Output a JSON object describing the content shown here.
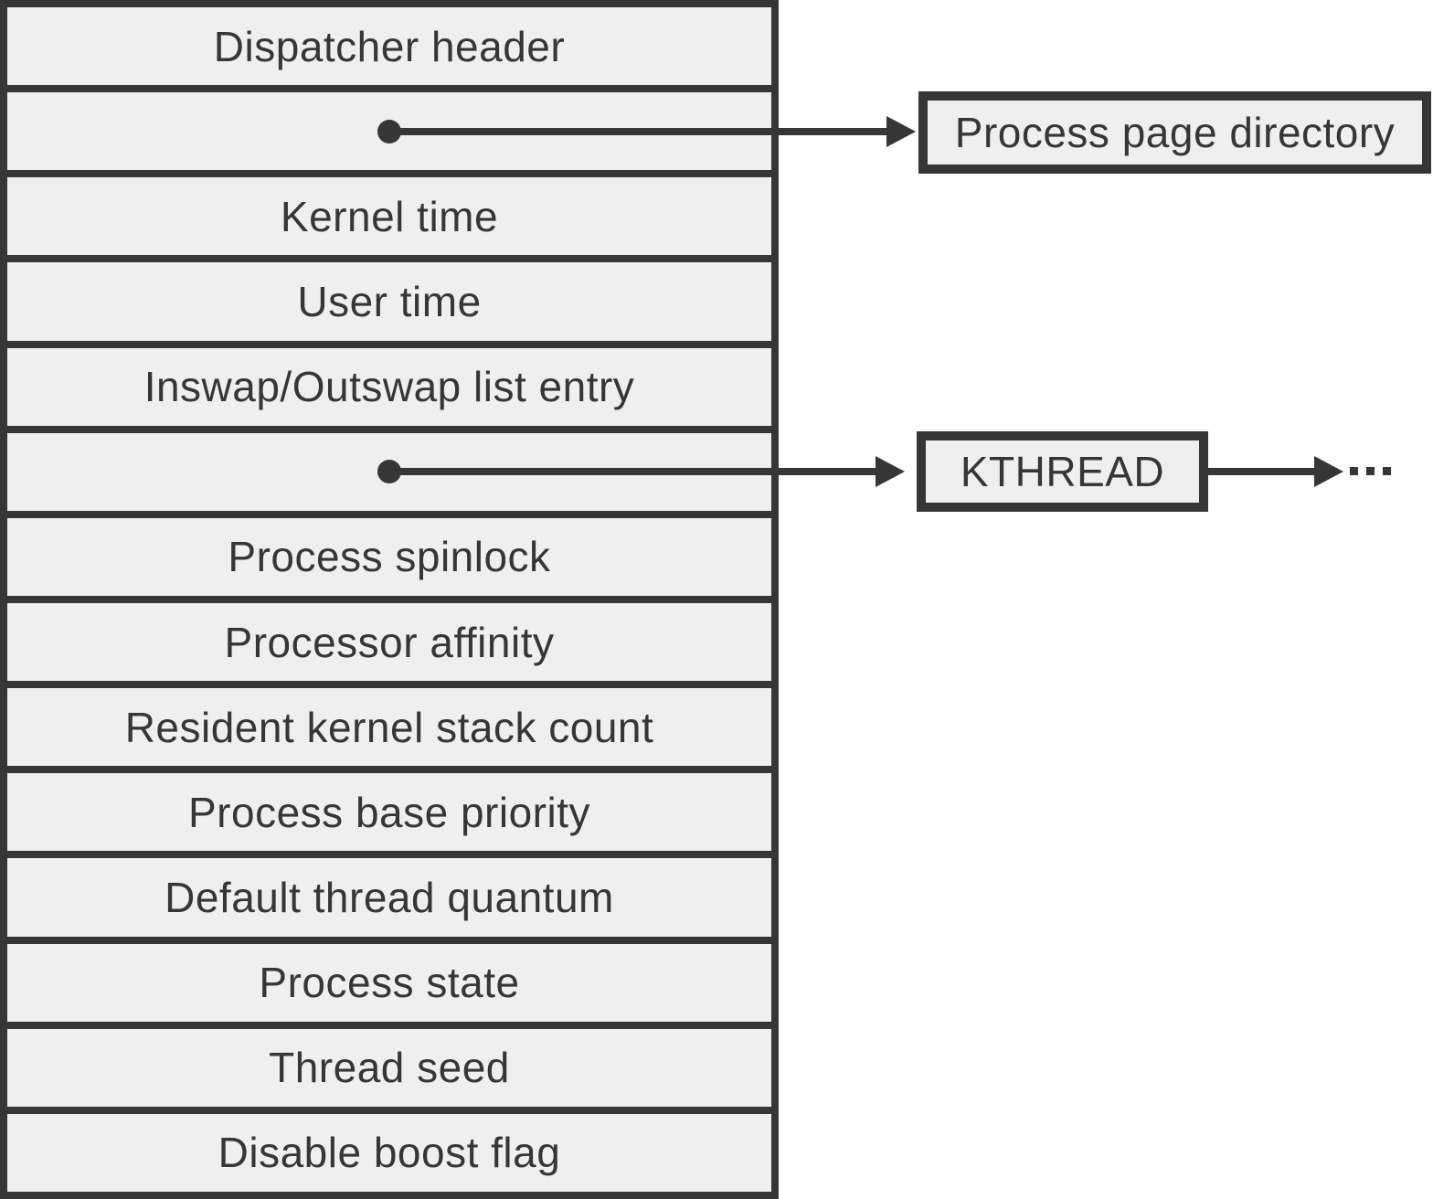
{
  "colors": {
    "background": "#ffffff",
    "box_fill": "#efefef",
    "line_and_border": "#363636",
    "text": "#363636"
  },
  "icons": {
    "pointer_dot": "filled-circle",
    "arrowhead": "filled-right-triangle",
    "ellipsis": "three-square-dots"
  },
  "stack": {
    "rows": [
      {
        "label": "Dispatcher header",
        "type": "field"
      },
      {
        "label": "",
        "type": "pointer-to-process-page-directory"
      },
      {
        "label": "Kernel time",
        "type": "field"
      },
      {
        "label": "User time",
        "type": "field"
      },
      {
        "label": "Inswap/Outswap list entry",
        "type": "field"
      },
      {
        "label": "",
        "type": "pointer-to-kthread"
      },
      {
        "label": "Process spinlock",
        "type": "field"
      },
      {
        "label": "Processor affinity",
        "type": "field"
      },
      {
        "label": "Resident kernel stack count",
        "type": "field"
      },
      {
        "label": "Process base priority",
        "type": "field"
      },
      {
        "label": "Default thread quantum",
        "type": "field"
      },
      {
        "label": "Process state",
        "type": "field"
      },
      {
        "label": "Thread seed",
        "type": "field"
      },
      {
        "label": "Disable boost flag",
        "type": "field"
      }
    ]
  },
  "callouts": {
    "page_directory": {
      "label": "Process page directory"
    },
    "kthread": {
      "label": "KTHREAD"
    },
    "continuation": {
      "label": "..."
    }
  }
}
